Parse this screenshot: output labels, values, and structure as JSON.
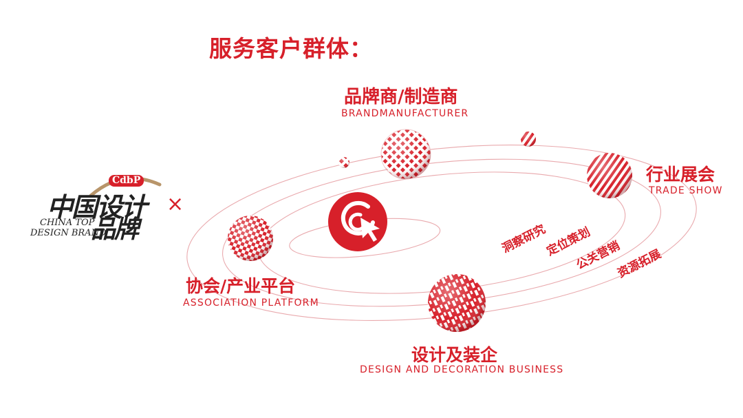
{
  "title": "服务客户群体：",
  "logo": {
    "badge": "CdbP",
    "cn_line1": "中国设计",
    "cn_line2": "品牌",
    "en_line1": "CHINA TOP",
    "en_line2": "DESIGN BRAND"
  },
  "connector": "×",
  "groups": {
    "brand": {
      "cn": "品牌商/制造商",
      "en": "BRANDMANUFACTURER"
    },
    "trade": {
      "cn": "行业展会",
      "en": "TRADE SHOW"
    },
    "association": {
      "cn": "协会/产业平台",
      "en": "ASSOCIATION PLATFORM"
    },
    "design": {
      "cn": "设计及装企",
      "en": "DESIGN AND DECORATION BUSINESS"
    }
  },
  "services": [
    "洞察研究",
    "定位策划",
    "公关营销",
    "资源拓展"
  ],
  "colors": {
    "accent": "#d7202a",
    "orbit": "#e9a9ad",
    "dark": "#222222"
  },
  "icons": {
    "center": "cursor-click-icon"
  }
}
